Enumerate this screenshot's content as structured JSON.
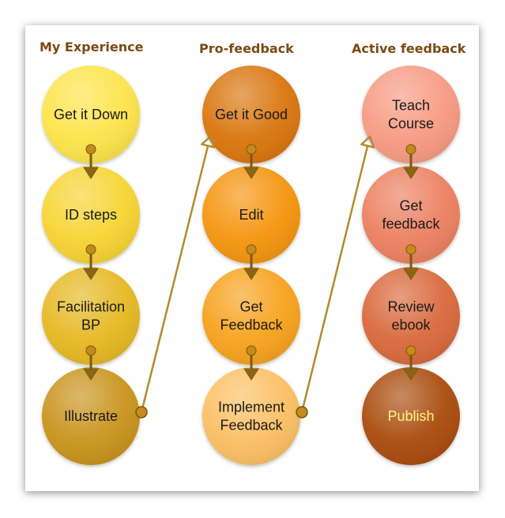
{
  "columns": [
    {
      "title": "My Experience",
      "nodes": [
        {
          "label": [
            "Get it Down"
          ],
          "fill": "#fde44a",
          "text_color": "#1a1a1a"
        },
        {
          "label": [
            "ID steps"
          ],
          "fill": "#f7d430",
          "text_color": "#1a1a1a"
        },
        {
          "label": [
            "Facilitation",
            "BP"
          ],
          "fill": "#e6b820",
          "text_color": "#1a1a1a"
        },
        {
          "label": [
            "Illustrate"
          ],
          "fill": "#c9931d",
          "text_color": "#1a1a1a"
        }
      ]
    },
    {
      "title": "Pro-feedback",
      "nodes": [
        {
          "label": [
            "Get it Good"
          ],
          "fill": "#d9750f",
          "text_color": "#1a1a1a"
        },
        {
          "label": [
            "Edit"
          ],
          "fill": "#f59410",
          "text_color": "#1a1a1a"
        },
        {
          "label": [
            "Get",
            "Feedback"
          ],
          "fill": "#f7a21a",
          "text_color": "#1a1a1a"
        },
        {
          "label": [
            "Implement",
            "Feedback"
          ],
          "fill": "#fbbf64",
          "text_color": "#1a1a1a"
        }
      ]
    },
    {
      "title": "Active feedback",
      "nodes": [
        {
          "label": [
            "Teach",
            "Course"
          ],
          "fill": "#f79a82",
          "text_color": "#1a1a1a"
        },
        {
          "label": [
            "Get",
            "feedback"
          ],
          "fill": "#ec8060",
          "text_color": "#1a1a1a"
        },
        {
          "label": [
            "Review",
            "ebook"
          ],
          "fill": "#d9683a",
          "text_color": "#1a1a1a"
        },
        {
          "label": [
            "Publish"
          ],
          "fill": "#a94b0a",
          "text_color": "#fff37a"
        }
      ]
    }
  ],
  "colors": {
    "title": "#7a4a12",
    "connector": "#b38a2a",
    "connector_dark": "#7a5a10",
    "dot": "#c48a1a"
  }
}
